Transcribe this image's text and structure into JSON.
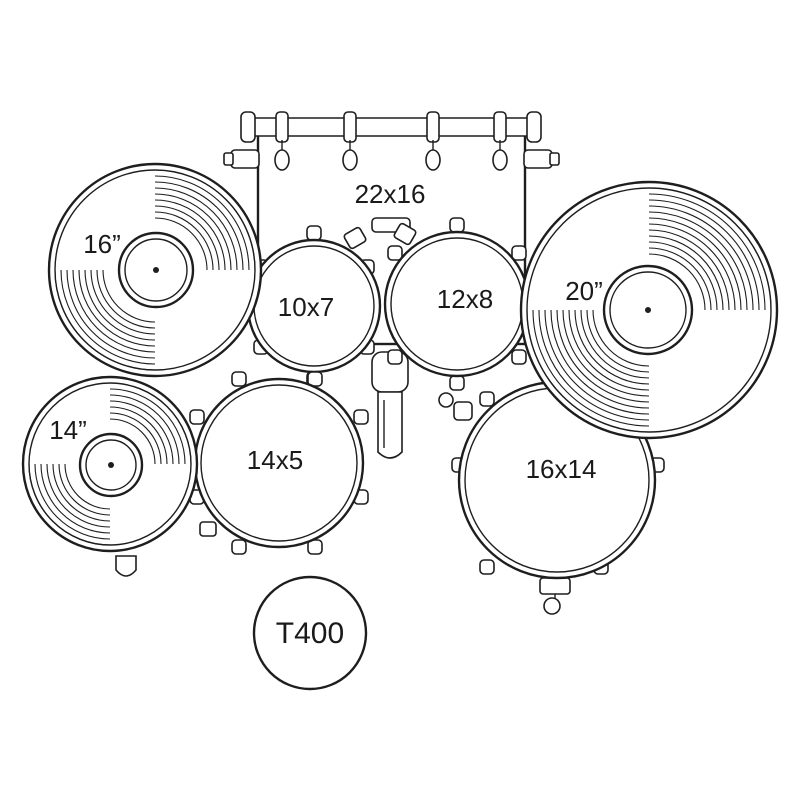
{
  "bass_drum": {
    "label": "22x16"
  },
  "toms": [
    {
      "label": "10x7"
    },
    {
      "label": "12x8"
    }
  ],
  "snare": {
    "label": "14x5"
  },
  "floor_tom": {
    "label": "16x14"
  },
  "cymbals": [
    {
      "label": "16”"
    },
    {
      "label": "14”"
    },
    {
      "label": "20”"
    }
  ],
  "model": {
    "label": "T400"
  }
}
